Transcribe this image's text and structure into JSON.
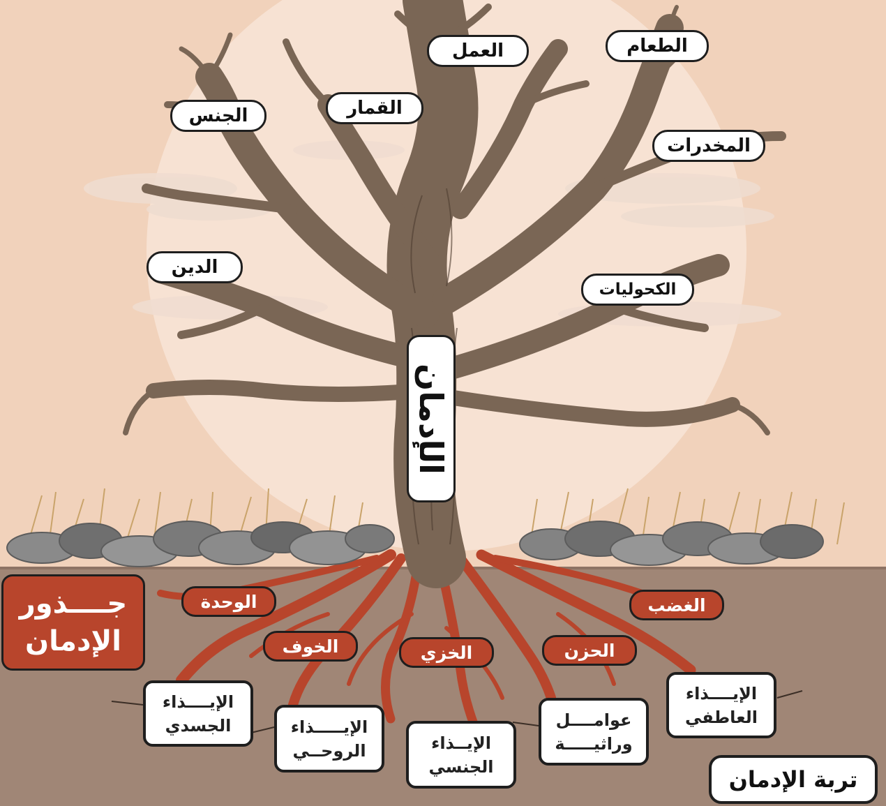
{
  "trunk_label": "الإدمان",
  "branches": [
    {
      "id": "work",
      "text": "العمل"
    },
    {
      "id": "food",
      "text": "الطعام"
    },
    {
      "id": "sex",
      "text": "الجنس"
    },
    {
      "id": "gambling",
      "text": "القمار"
    },
    {
      "id": "drugs",
      "text": "المخدرات"
    },
    {
      "id": "religion",
      "text": "الدين"
    },
    {
      "id": "alcohol",
      "text": "الكحوليات"
    }
  ],
  "roots": [
    {
      "id": "loneliness",
      "text": "الوحدة"
    },
    {
      "id": "anger",
      "text": "الغضب"
    },
    {
      "id": "fear",
      "text": "الخوف"
    },
    {
      "id": "shame",
      "text": "الخزي"
    },
    {
      "id": "sadness",
      "text": "الحزن"
    }
  ],
  "soil_items": [
    {
      "id": "physical-abuse",
      "line1": "الإيــــذاء",
      "line2": "الجسدي"
    },
    {
      "id": "spiritual-abuse",
      "line1": "الإيـــــذاء",
      "line2": "الروحــي"
    },
    {
      "id": "sexual-abuse",
      "line1": "الإيــذاء",
      "line2": "الجنسي"
    },
    {
      "id": "genetic-factors",
      "line1": "عوامــــل",
      "line2": "وراثيـــــة"
    },
    {
      "id": "emotional-abuse",
      "line1": "الإيــــذاء",
      "line2": "العاطفي"
    }
  ],
  "roots_title": {
    "line1": "جــــذور",
    "line2": "الإدمان"
  },
  "soil_title": "تربة الإدمان",
  "colors": {
    "sky": "#f1d2bb",
    "soil": "#a08676",
    "trunk": "#7a6655",
    "roots": "#b8452c",
    "rocks": "#7b7b7b"
  }
}
